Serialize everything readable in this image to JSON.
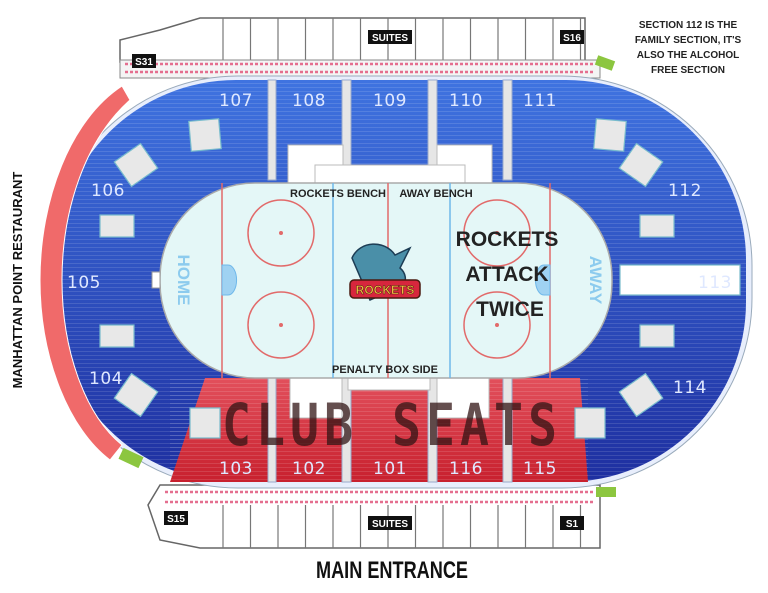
{
  "colors": {
    "standard_seats": "#2f55c8",
    "club_seats": "#d8424d",
    "suites": "#ffffff",
    "ice": "#e4f7f7",
    "rink_lines": "#e26a6a",
    "blue_lines": "#6fb8ea",
    "aisle_suites_pink": "#e46f8f",
    "accessible": "#8cc63f"
  },
  "note": {
    "line1": "SECTION 112 IS THE",
    "line2": "FAMILY SECTION, IT'S",
    "line3": "ALSO THE ALCOHOL",
    "line4": "FREE SECTION"
  },
  "side_label": "MANHATTAN POINT RESTAURANT",
  "entrance_label": "MAIN ENTRANCE",
  "suites_top": {
    "label": "SUITES",
    "end_label": "S16",
    "start_label": "S31"
  },
  "suites_bottom": {
    "label": "SUITES",
    "end_label": "S1",
    "start_label": "S15"
  },
  "rink": {
    "home": "HOME",
    "away": "AWAY",
    "bench_home": "ROCKETS BENCH",
    "bench_away": "AWAY BENCH",
    "penalty": "PENALTY BOX SIDE",
    "promo_line1": "ROCKETS",
    "promo_line2": "ATTACK",
    "promo_line3": "TWICE",
    "logo_text": "ROCKETS"
  },
  "club_label": "CLUB SEATS",
  "sections": {
    "top": [
      "107",
      "108",
      "109",
      "110",
      "111"
    ],
    "bottom": [
      "103",
      "102",
      "101",
      "116",
      "115"
    ],
    "left": [
      "106",
      "105",
      "104"
    ],
    "right": [
      "112",
      "113",
      "114"
    ]
  }
}
